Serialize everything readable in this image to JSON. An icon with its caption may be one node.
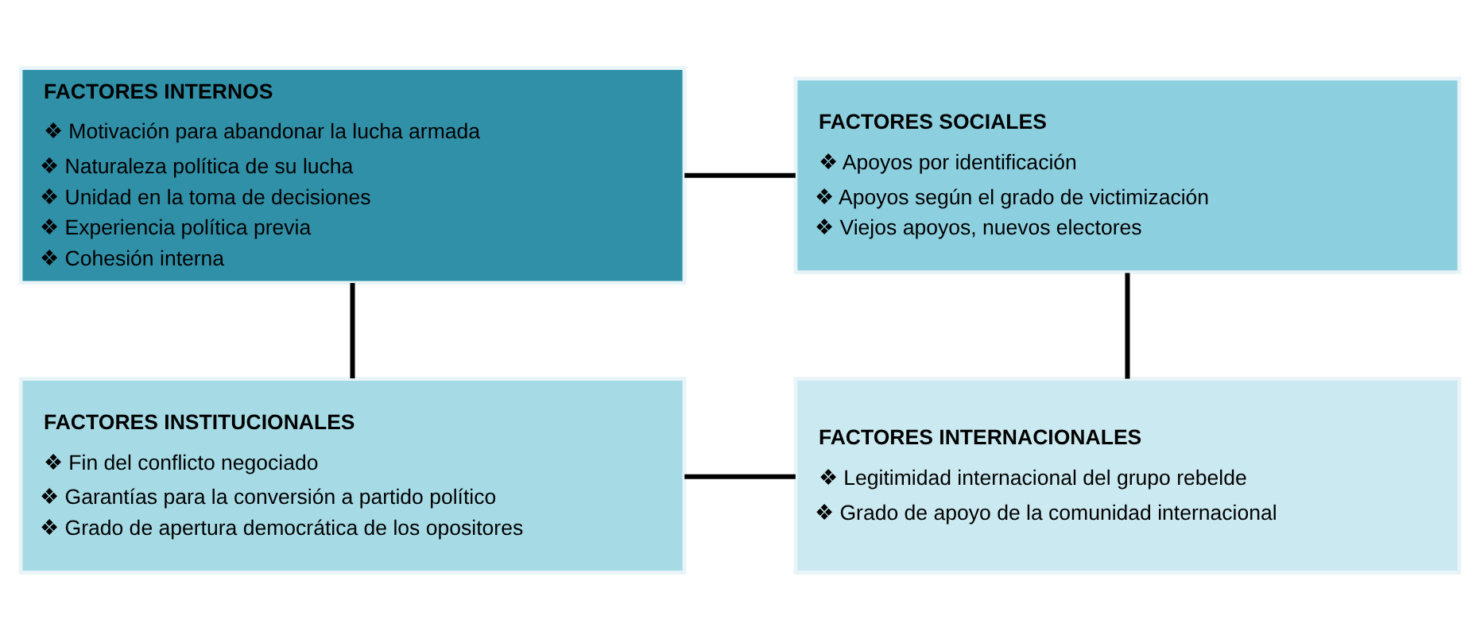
{
  "diagram": {
    "nodes": [
      {
        "text": [
          "FACTORES INTERNOS",
          "❖ Motivación para abandonar la lucha armada",
          "❖ Naturaleza política de su lucha",
          "❖ Unidad en la toma de decisiones",
          "❖ Experiencia política previa",
          "❖ Cohesión interna"
        ]
      },
      {
        "text": [
          "FACTORES SOCIALES",
          "❖ Apoyos por identificación",
          "❖ Apoyos según el grado de victimización",
          "❖ Viejos apoyos, nuevos electores"
        ]
      },
      {
        "text": [
          "FACTORES INSTITUCIONALES",
          "❖ Fin del conflicto negociado",
          "❖ Garantías para la conversión a partido político",
          "❖ Grado de apertura democrática de los opositores"
        ]
      },
      {
        "text": [
          "FACTORES INTERNACIONALES",
          "❖ Legitimidad internacional del grupo rebelde",
          "❖ Grado de apoyo de la comunidad internacional"
        ]
      }
    ],
    "edges": [
      {
        "from": 0,
        "to": 1,
        "arrow": "none"
      },
      {
        "from": 0,
        "to": 2,
        "arrow": "none"
      },
      {
        "from": 1,
        "to": 3,
        "arrow": "none"
      },
      {
        "from": 2,
        "to": 3,
        "arrow": "none"
      }
    ]
  }
}
